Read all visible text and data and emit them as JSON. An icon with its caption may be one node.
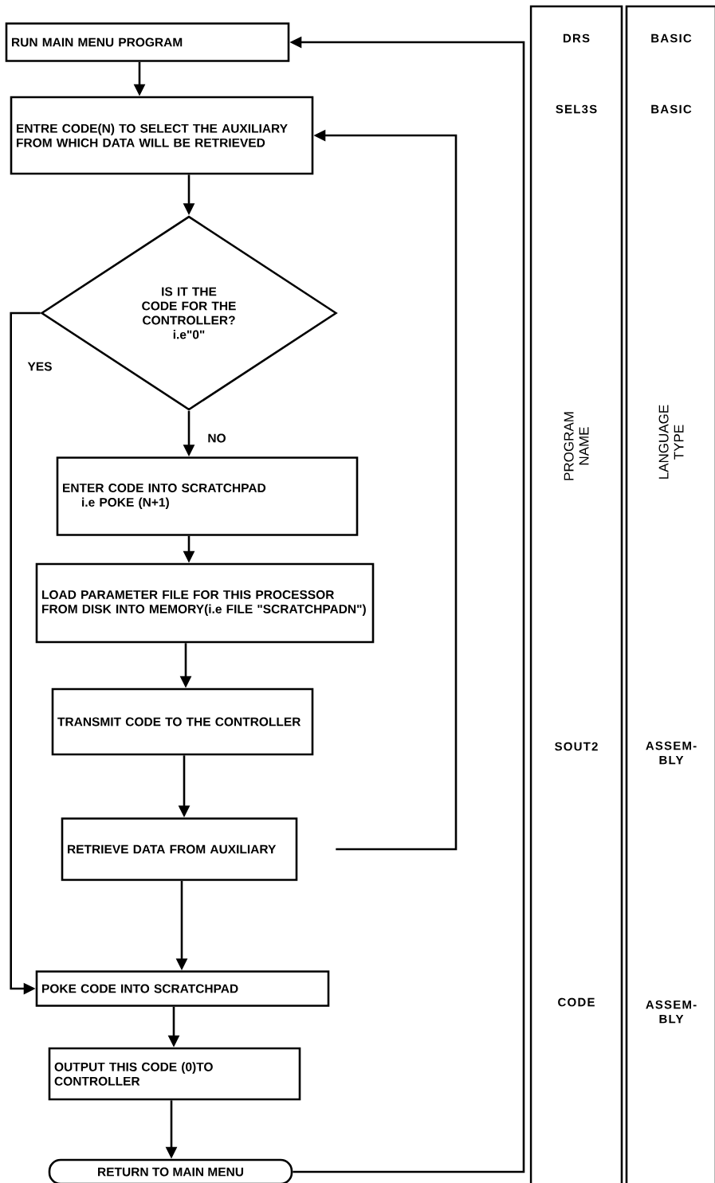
{
  "diagram": {
    "nodes": [
      {
        "text": [
          "RUN MAIN MENU PROGRAM"
        ]
      },
      {
        "text": [
          "ENTRE CODE(N) TO SELECT THE AUXILIARY FROM WHICH DATA WILL BE RETRIEVED"
        ]
      },
      {
        "text": [
          "IS IT THE CODE FOR THE CONTROLLER? i.e\"0\""
        ]
      },
      {
        "text": [
          "ENTER CODE INTO SCRATCHPAD",
          "i.e POKE (N+1)"
        ]
      },
      {
        "text": [
          "LOAD PARAMETER FILE FOR THIS PROCESSOR FROM DISK INTO MEMORY(i.e FILE \"SCRATCHPADN\")"
        ]
      },
      {
        "text": [
          "TRANSMIT CODE TO THE CONTROLLER"
        ]
      },
      {
        "text": [
          "RETRIEVE DATA FROM AUXILIARY"
        ]
      },
      {
        "text": [
          "POKE CODE INTO SCRATCHPAD"
        ]
      },
      {
        "text": [
          "OUTPUT THIS CODE (0)TO CONTROLLER"
        ]
      },
      {
        "text": [
          "RETURN TO MAIN MENU"
        ]
      },
      {
        "text": [
          "DRS",
          "SEL3S",
          "PROGRAM NAME",
          "SOUT2",
          "CODE"
        ]
      },
      {
        "text": [
          "BASIC",
          "BASIC",
          "LANGUAGE TYPE",
          "ASSEM- BLY",
          "ASSEM- BLY"
        ]
      }
    ],
    "edges": [
      {
        "from": 0,
        "to": 1,
        "arrow": "to"
      },
      {
        "from": 1,
        "to": 2,
        "arrow": "to"
      },
      {
        "from": 2,
        "to": 3,
        "arrow": "to",
        "label": "NO"
      },
      {
        "from": 2,
        "to": 7,
        "arrow": "to",
        "label": "YES"
      },
      {
        "from": 3,
        "to": 4,
        "arrow": "to"
      },
      {
        "from": 4,
        "to": 5,
        "arrow": "to"
      },
      {
        "from": 5,
        "to": 6,
        "arrow": "to"
      },
      {
        "from": 6,
        "to": 7,
        "arrow": "to"
      },
      {
        "from": 7,
        "to": 8,
        "arrow": "to"
      },
      {
        "from": 8,
        "to": 9,
        "arrow": "to"
      },
      {
        "from": 6,
        "to": 1,
        "arrow": "to"
      },
      {
        "from": 9,
        "to": 0,
        "arrow": "to"
      }
    ]
  }
}
